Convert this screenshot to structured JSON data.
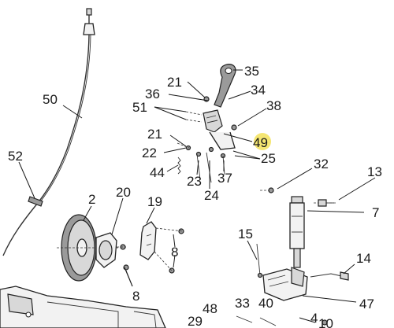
{
  "callouts": {
    "c50": "50",
    "c52": "52",
    "c2": "2",
    "c20": "20",
    "c19": "19",
    "c8a": "8",
    "c8b": "8",
    "c35": "35",
    "c21a": "21",
    "c36": "36",
    "c34": "34",
    "c51": "51",
    "c38": "38",
    "c21b": "21",
    "c49": "49",
    "c22": "22",
    "c25": "25",
    "c44": "44",
    "c23": "23",
    "c24": "24",
    "c37": "37",
    "c32": "32",
    "c13": "13",
    "c7": "7",
    "c15": "15",
    "c14": "14",
    "c47": "47",
    "c48": "48",
    "c29": "29",
    "c33": "33",
    "c40": "40",
    "c4": "4",
    "c10": "10"
  },
  "highlight_color": "#f3e25a"
}
